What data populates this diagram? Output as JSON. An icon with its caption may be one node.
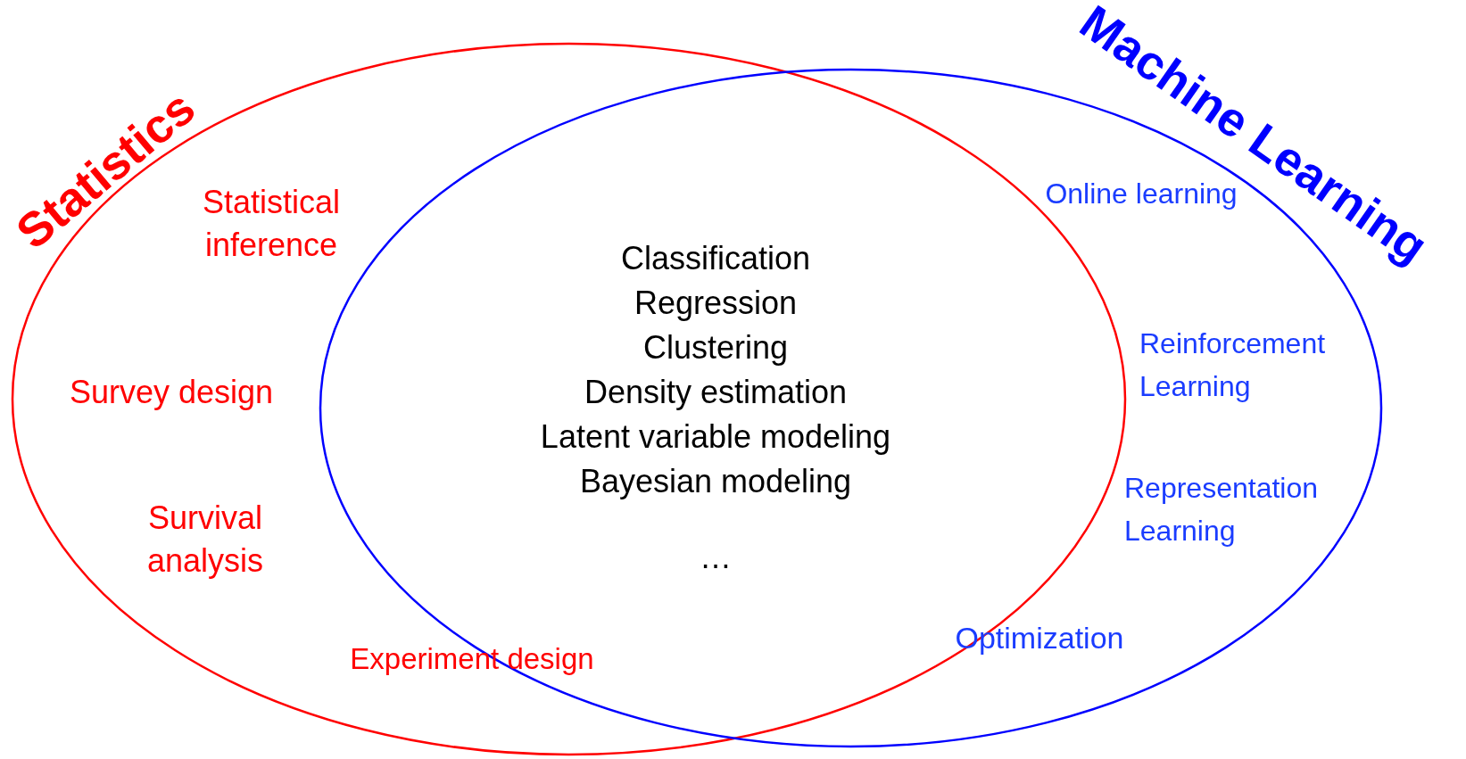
{
  "diagram": {
    "nodes": [
      {
        "text": [
          "Statistics"
        ]
      },
      {
        "text": [
          "Machine Learning"
        ]
      }
    ],
    "edges": [],
    "labels": [
      "Statistical inference",
      "Online learning",
      "Classification",
      "Regression",
      "Clustering",
      "Reinforcement Learning",
      "Survey design",
      "Density estimation",
      "Latent variable modeling",
      "Bayesian modeling",
      "Representation Learning",
      "Survival analysis",
      "…",
      "Optimization",
      "Experiment design"
    ]
  }
}
